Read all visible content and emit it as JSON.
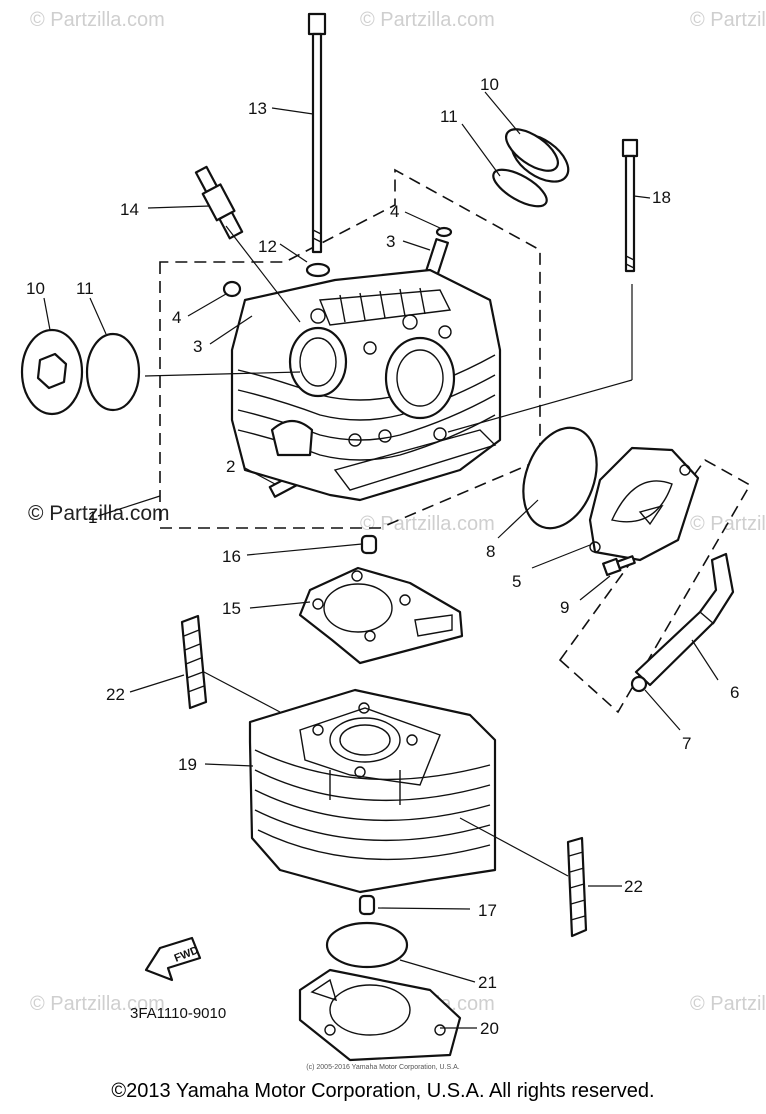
{
  "watermark": "© Partzilla.com",
  "diagram_code": "3FA1110-9010",
  "fwd_label": "FWD",
  "small_copyright": "(c) 2005-2016 Yamaha Motor Corporation, U.S.A.",
  "footer": "©2013 Yamaha Motor Corporation, U.S.A. All rights reserved.",
  "callouts": {
    "c1": "1",
    "c2": "2",
    "c3a": "3",
    "c3b": "3",
    "c4a": "4",
    "c4b": "4",
    "c5": "5",
    "c6": "6",
    "c7": "7",
    "c8": "8",
    "c9": "9",
    "c10a": "10",
    "c10b": "10",
    "c11a": "11",
    "c11b": "11",
    "c12": "12",
    "c13": "13",
    "c14": "14",
    "c15": "15",
    "c16": "16",
    "c17": "17",
    "c18": "18",
    "c19": "19",
    "c20": "20",
    "c21": "21",
    "c22a": "22",
    "c22b": "22"
  }
}
